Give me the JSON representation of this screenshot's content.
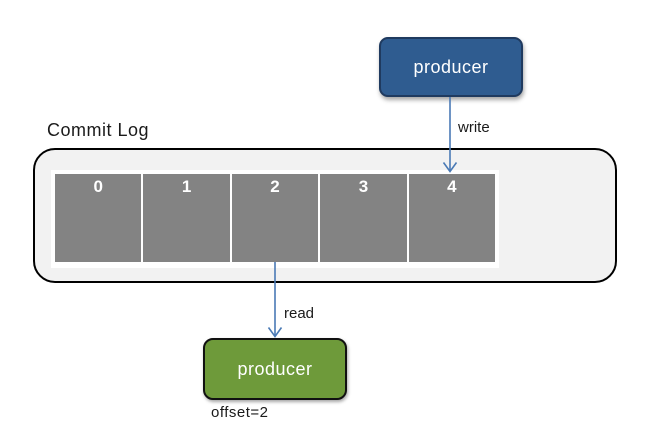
{
  "diagram": {
    "background": "#ffffff"
  },
  "commit_log": {
    "title": "Commit Log",
    "container_fill": "#f2f2f2",
    "container_border": "#000000",
    "cell_strip_fill": "#ffffff",
    "cell_fill": "#838383",
    "cell_text_color": "#ffffff",
    "cells": [
      "0",
      "1",
      "2",
      "3",
      "4"
    ]
  },
  "producer": {
    "label": "producer",
    "fill": "#2f5c90",
    "border": "#1f3a5f",
    "text_color": "#ffffff"
  },
  "consumer": {
    "label": "producer",
    "fill": "#6e9a3a",
    "border": "#111111",
    "text_color": "#ffffff",
    "offset_label": "offset=2"
  },
  "arrows": {
    "write_label": "write",
    "read_label": "read",
    "color": "#4a7ab5"
  }
}
